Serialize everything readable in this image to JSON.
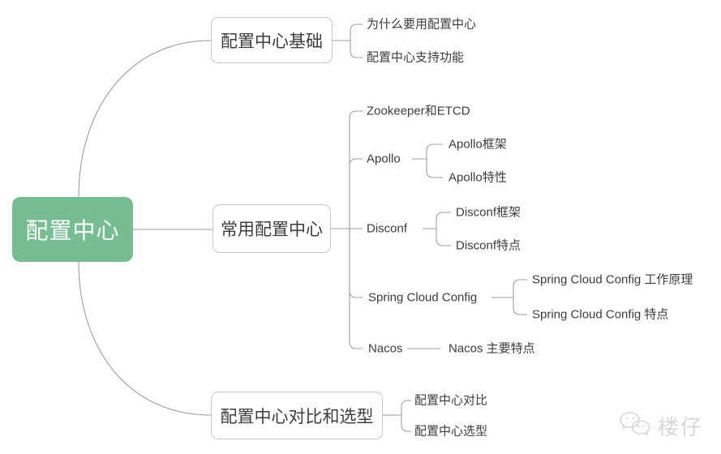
{
  "root": {
    "label": "配置中心"
  },
  "branches": [
    {
      "label": "配置中心基础",
      "children": [
        {
          "label": "为什么要用配置中心"
        },
        {
          "label": "配置中心支持功能"
        }
      ]
    },
    {
      "label": "常用配置中心",
      "children": [
        {
          "label": "Zookeeper和ETCD"
        },
        {
          "label": "Apollo",
          "children": [
            {
              "label": "Apollo框架"
            },
            {
              "label": "Apollo特性"
            }
          ]
        },
        {
          "label": "Disconf",
          "children": [
            {
              "label": "Disconf框架"
            },
            {
              "label": "Disconf特点"
            }
          ]
        },
        {
          "label": "Spring Cloud Config",
          "children": [
            {
              "label": "Spring Cloud Config 工作原理"
            },
            {
              "label": "Spring Cloud Config 特点"
            }
          ]
        },
        {
          "label": "Nacos",
          "children": [
            {
              "label": "Nacos 主要特点"
            }
          ]
        }
      ]
    },
    {
      "label": "配置中心对比和选型",
      "children": [
        {
          "label": "配置中心对比"
        },
        {
          "label": "配置中心选型"
        }
      ]
    }
  ],
  "watermark": {
    "label": "楼仔",
    "icon": "chat-bubbles-icon"
  },
  "colors": {
    "root_bg": "#76BE92",
    "root_text": "#FFFFFF",
    "line": "#9E9E9E",
    "box_border": "#C7C7C7",
    "text": "#3D3D3D",
    "watermark": "#D7D7D7",
    "background": "#FFFFFF"
  }
}
